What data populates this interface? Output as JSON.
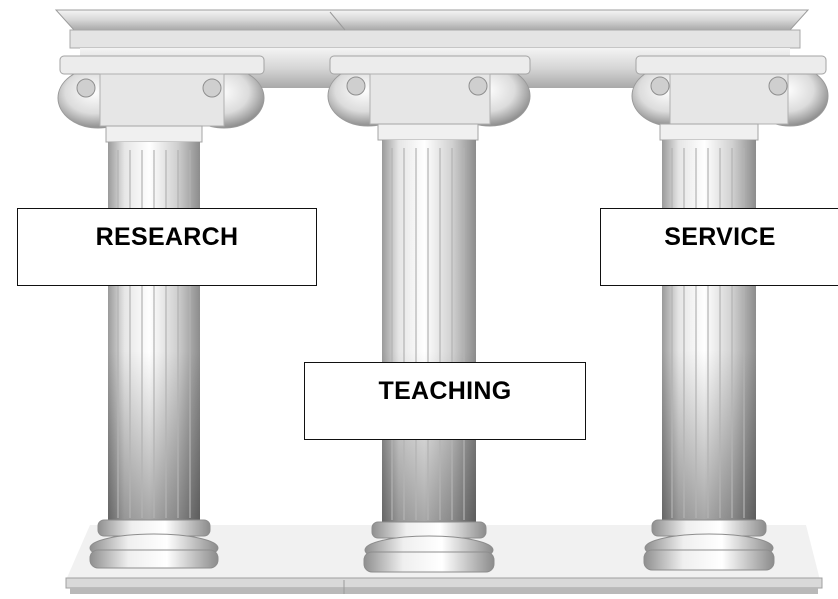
{
  "labels": {
    "research": "RESEARCH",
    "teaching": "TEACHING",
    "service": "SERVICE"
  },
  "colors": {
    "marble_light": "#ffffff",
    "marble_mid": "#d9d9d9",
    "marble_shadow": "#8a8a8a",
    "box_border": "#111111",
    "text": "#000000"
  }
}
